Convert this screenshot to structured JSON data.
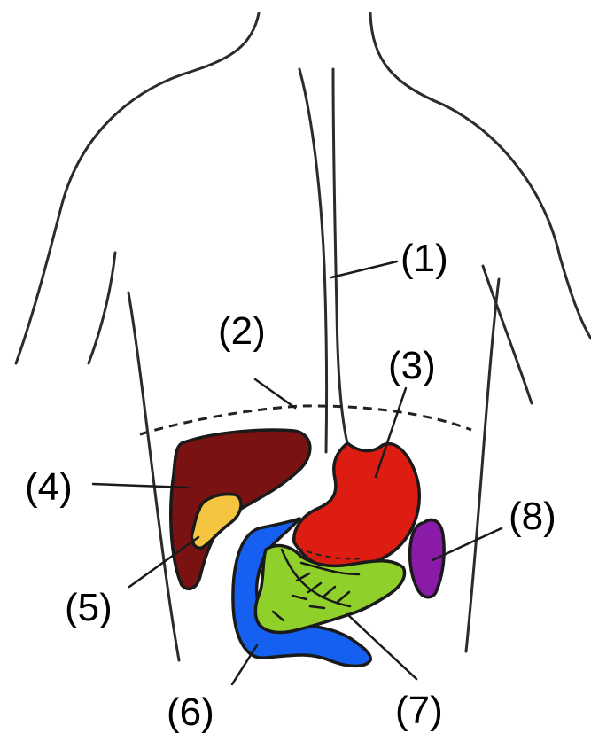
{
  "labels": {
    "l1": "(1)",
    "l2": "(2)",
    "l3": "(3)",
    "l4": "(4)",
    "l5": "(5)",
    "l6": "(6)",
    "l7": "(7)",
    "l8": "(8)"
  },
  "colors": {
    "liver": "#7a1212",
    "gallbladder": "#f5c542",
    "stomach": "#dd1c12",
    "duodenum": "#1560f0",
    "pancreas": "#8fd12a",
    "spleen": "#8a1aa8"
  }
}
